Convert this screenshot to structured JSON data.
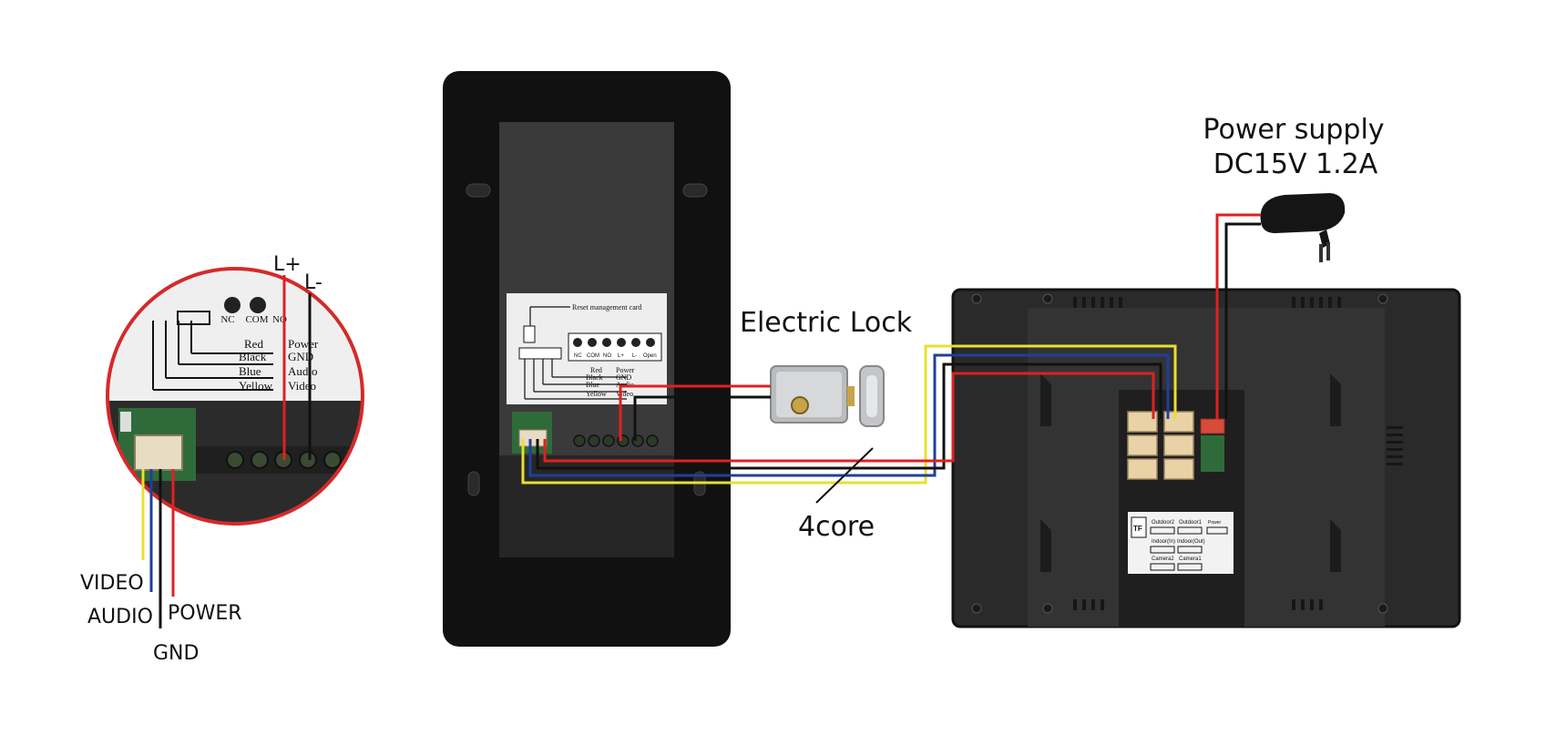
{
  "zoom_inset": {
    "terminal_labels": {
      "l_plus": "L+",
      "l_minus": "L-"
    },
    "relay_labels": [
      "NC",
      "COM",
      "NO"
    ],
    "wire_colors": [
      "Red",
      "Black",
      "Blue",
      "Yellow"
    ],
    "wire_functions": [
      "Power",
      "GND",
      "Audio",
      "Video"
    ],
    "callouts": {
      "video": "VIDEO",
      "audio": "AUDIO",
      "power": "POWER",
      "gnd": "GND"
    }
  },
  "outdoor_unit": {
    "sticker_title": "Reset management card",
    "terminal_labels": [
      "NC",
      "COM",
      "NO",
      "L+",
      "L-",
      "Open"
    ],
    "wire_colors": [
      "Red",
      "Black",
      "Blue",
      "Yellow"
    ],
    "wire_functions": [
      "Power",
      "GND",
      "Audio",
      "Video"
    ]
  },
  "electric_lock": {
    "label": "Electric Lock"
  },
  "cable": {
    "label": "4core"
  },
  "power_supply": {
    "line1": "Power supply",
    "line2": "DC15V 1.2A"
  },
  "monitor": {
    "sticker_ports": [
      "Outdoor2",
      "Outdoor1",
      "Power",
      "Indoor(In)",
      "Indoor(Out)",
      "Camera2",
      "Camera1"
    ],
    "sd_label": "TF"
  },
  "colors": {
    "red_wire": "#e02020",
    "black_wire": "#111111",
    "blue_wire": "#1f3f9a",
    "yellow_wire": "#e8e030",
    "inset_border": "#d42a2a",
    "device_body": "#111111",
    "monitor_body": "#2a2a2a"
  }
}
